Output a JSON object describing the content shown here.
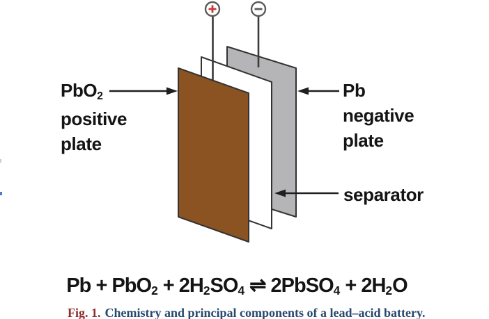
{
  "figure": {
    "terminals": {
      "positive_symbol": "+",
      "negative_symbol": "−"
    },
    "left_label": {
      "formula": "PbO",
      "formula_sub": "2",
      "line2": "positive",
      "line3": "plate"
    },
    "right_label": {
      "line1": "Pb",
      "line2": "negative",
      "line3": "plate"
    },
    "separator_label": "separator",
    "equation": {
      "p1": "Pb + PbO",
      "s1": "2",
      "p2": " + 2H",
      "s2": "2",
      "p3": "SO",
      "s3": "4",
      "p4": " ⇌ 2PbSO",
      "s4": "4",
      "p5": " + 2H",
      "s5": "2",
      "p6": "O"
    },
    "caption": {
      "label": "Fig. 1.",
      "text": "Chemistry and principal components of a lead–acid battery."
    },
    "colors": {
      "positive_plate": "#8C5322",
      "negative_plate": "#B5B5B7",
      "separator_plate": "#FFFFFF",
      "outline": "#333333",
      "terminal_ring": "#5A5A5A",
      "terminal_plus": "#C43B3B",
      "arrow": "#1F1F1F",
      "caption_label_color": "#8C2D2D",
      "caption_text_color": "#27496E"
    }
  }
}
